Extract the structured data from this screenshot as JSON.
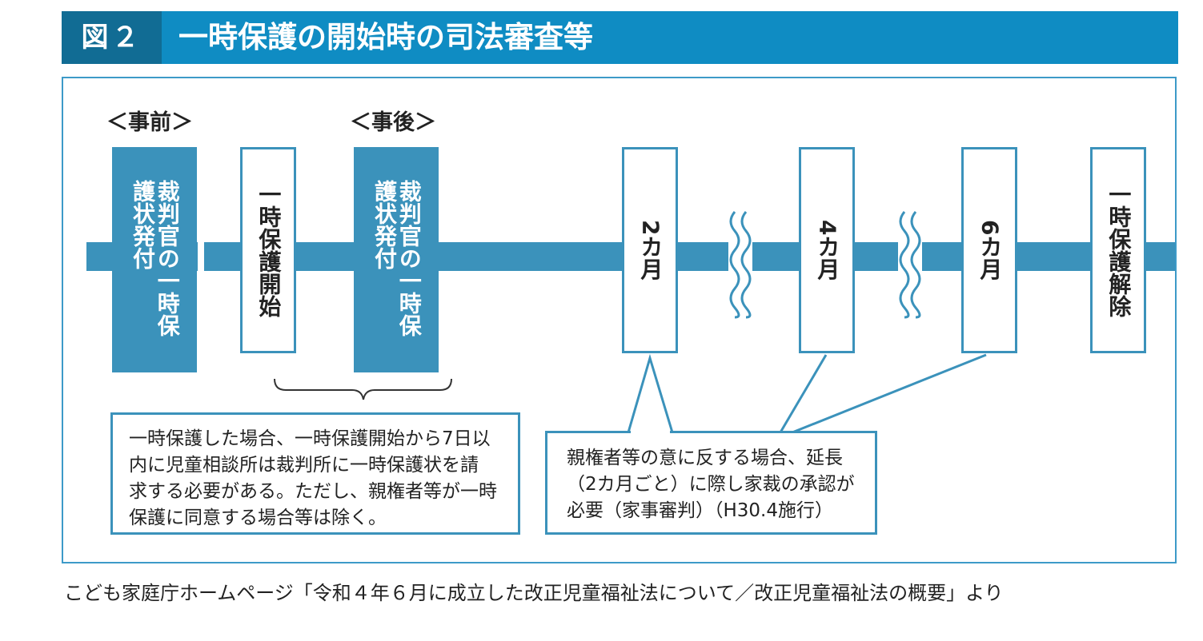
{
  "header": {
    "figure_label": "図２",
    "title": "一時保護の開始時の司法審査等"
  },
  "phases": {
    "before": "＜事前＞",
    "after": "＜事後＞"
  },
  "boxes": {
    "warrant_before": "裁判官の一時保護状発付",
    "protection_start": "一時保護開始",
    "warrant_after": "裁判官の一時保護状発付",
    "month2": "2カ月",
    "month4": "4カ月",
    "month6": "6カ月",
    "protection_end": "一時保護解除"
  },
  "notes": {
    "left": [
      "一時保護した場合、一時保護開始から7日以",
      "内に児童相談所は裁判所に一時保護状を請",
      "求する必要がある。ただし、親権者等が一時",
      "保護に同意する場合等は除く。"
    ],
    "right": [
      "親権者等の意に反する場合、延長",
      "（2カ月ごと）に際し家裁の承認が",
      "必要（家事審判）（H30.4施行）"
    ]
  },
  "source": "こども家庭庁ホームページ「令和４年６月に成立した改正児童福祉法について／改正児童福祉法の概要」より",
  "colors": {
    "header": "#0f8cc3",
    "header_label": "#116c94",
    "bar": "#3b92bb",
    "frame": "#3d9ac8"
  }
}
